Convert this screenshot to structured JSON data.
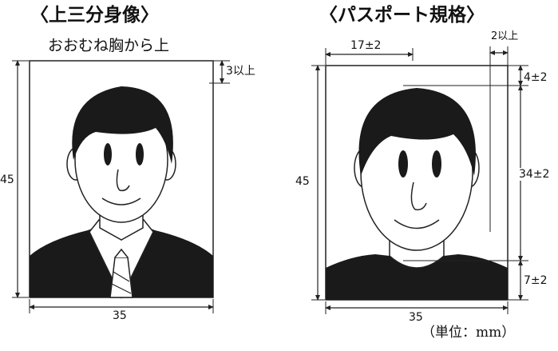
{
  "left": {
    "title": "〈上三分身像〉",
    "subtitle": "おおむね胸から上",
    "dims": {
      "height": "45",
      "width": "35",
      "top_margin": "3以上"
    }
  },
  "right": {
    "title": "〈パスポート規格〉",
    "dims": {
      "height": "45",
      "width": "35",
      "center_offset": "17±2",
      "side_margin": "2以上",
      "top_margin": "4±2",
      "face_length": "34±2",
      "bottom_margin": "7±2"
    }
  },
  "unit_note": "（単位：mm）",
  "colors": {
    "hair": "#1a1a1a",
    "suit": "#1a1a1a",
    "line": "#222222",
    "background": "#ffffff"
  }
}
